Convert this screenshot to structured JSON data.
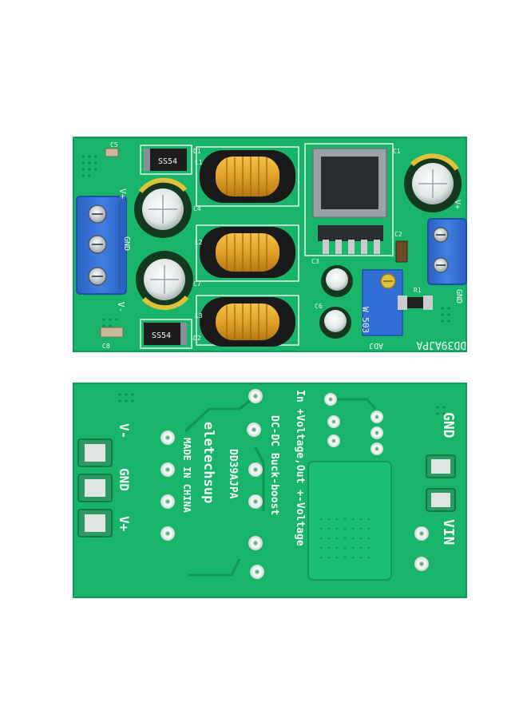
{
  "colors": {
    "pcb_green": "#17b46a",
    "pcb_green_dark": "#0f9a58",
    "terminal_blue": "#2f6fd6",
    "silkscreen": "#f2f7f2",
    "inductor_copper": "#e1a12a",
    "capacitor_body": "#15391e"
  },
  "top_board": {
    "model_label": "DD39AJPA",
    "adj_label": "ADJ",
    "ports": {
      "left_plus": "V+",
      "left_gnd": "GND",
      "left_minus": "V-",
      "right_plus": "V+",
      "right_gnd": "GND"
    },
    "designators": {
      "c1": "C1",
      "c2": "C2",
      "c3": "C3",
      "c4": "C4",
      "c5": "C5",
      "c6": "C6",
      "c7": "C7",
      "c8": "C8",
      "d1": "D1",
      "d2": "D2",
      "l1": "L1",
      "l2": "L2",
      "l3": "L3",
      "r1": "R1"
    },
    "diode_marking": "SS54",
    "trimmer_marking": "W 503"
  },
  "bottom_board": {
    "line_in": "In +Voltage,Out +-Voltage",
    "line_dcdc": "DC-DC Buck-boost",
    "model": "DD39AJPA",
    "brand": "eletechsup",
    "origin": "MADE IN CHINA",
    "left_labels": {
      "minus": "V-",
      "gnd": "GND",
      "plus": "V+"
    },
    "right_labels": {
      "gnd": "GND",
      "vin": "VIN"
    }
  }
}
